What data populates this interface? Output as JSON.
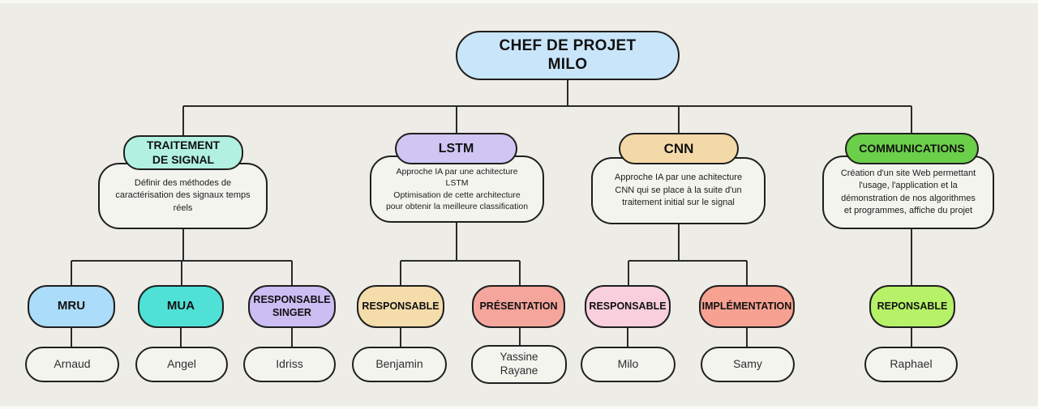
{
  "title": "CHEF DE PROJET\nMILO",
  "colors": {
    "background": "#edece6",
    "connector_line": "#2a2a2a",
    "box_fill": "#f4f4ef",
    "root": "#c9e5f9",
    "traitement": "#b2f1e1",
    "lstm": "#cfc6f3",
    "cnn": "#f3d9a8",
    "communications": "#6ccf4a",
    "mru": "#abdcfa",
    "mua": "#4fe1d6",
    "singer": "#ccbdf3",
    "responsable_lstm": "#f4dcab",
    "presentation": "#f5a69c",
    "responsable_cnn": "#f9cfdd",
    "implementation": "#f6a192",
    "reponsable_comm": "#b6f168"
  },
  "branches": [
    {
      "label": "TRAITEMENT\nDE SIGNAL",
      "description": "Définir des méthodes de\ncaractérisation des signaux temps\nréels",
      "children": [
        {
          "role": "MRU",
          "name": "Arnaud"
        },
        {
          "role": "MUA",
          "name": "Angel"
        },
        {
          "role": "RESPONSABLE\nSINGER",
          "name": "Idriss"
        }
      ]
    },
    {
      "label": "LSTM",
      "description": "Approche IA par une achitecture\nLSTM\nOptimisation de cette architecture\npour obtenir la meilleure classification",
      "children": [
        {
          "role": "RESPONSABLE",
          "name": "Benjamin"
        },
        {
          "role": "PRÉSENTATION",
          "name": "Yassine\nRayane"
        }
      ]
    },
    {
      "label": "CNN",
      "description": "Approche IA par une achitecture\nCNN qui se place à la suite d'un\ntraitement initial sur le signal",
      "children": [
        {
          "role": "RESPONSABLE",
          "name": "Milo"
        },
        {
          "role": "IMPLÉMENTATION",
          "name": "Samy"
        }
      ]
    },
    {
      "label": "COMMUNICATIONS",
      "description": "Création d'un site Web permettant\nl'usage, l'application et la\ndémonstration de nos algorithmes\net programmes, affiche du projet",
      "children": [
        {
          "role": "REPONSABLE",
          "name": "Raphael"
        }
      ]
    }
  ]
}
